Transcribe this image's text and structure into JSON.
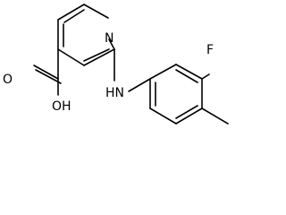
{
  "molecule": {
    "atoms": {
      "nitrogen_ring": "N",
      "fluorine": "F",
      "amine": "HN",
      "hydroxyl": "OH",
      "carbonyl_oxygen": "O"
    }
  }
}
